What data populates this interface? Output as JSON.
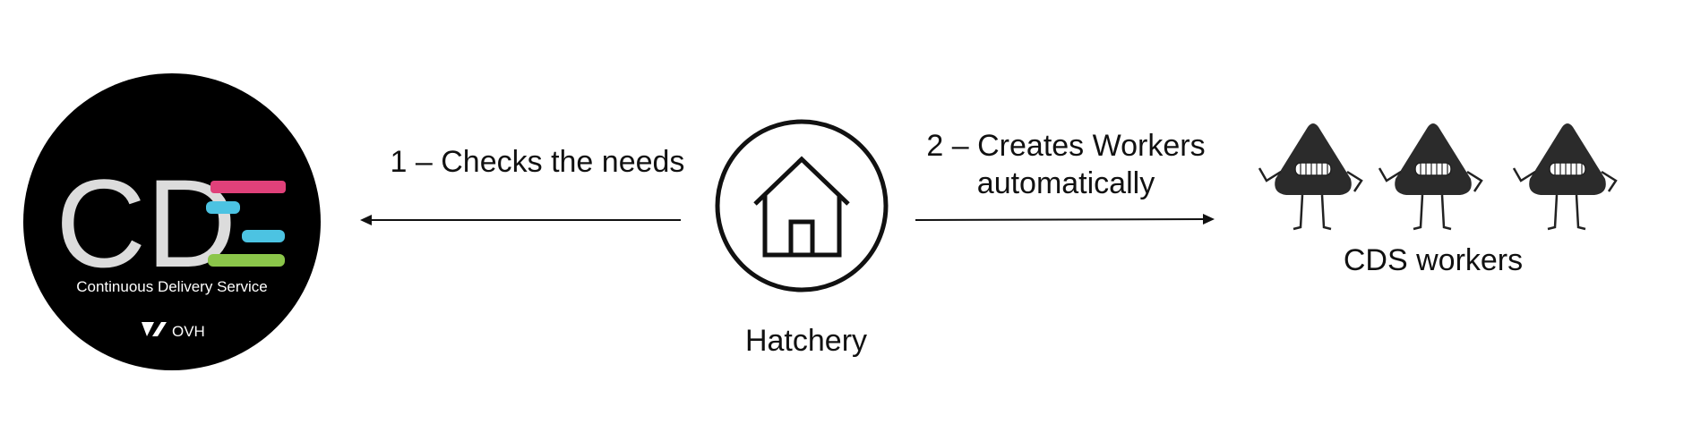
{
  "cds_logo": {
    "letters_cd": "CD",
    "tagline": "Continuous Delivery Service",
    "vendor": "OVH",
    "colors": {
      "background": "#000000",
      "letters": "#dcdcdc",
      "bar_pink": "#e0417a",
      "bar_cyan": "#4cc3e2",
      "bar_green": "#8bc64a"
    }
  },
  "arrow_left_label": "1 – Checks the needs",
  "hatchery_label": "Hatchery",
  "arrow_right_label_line1": "2 – Creates Workers",
  "arrow_right_label_line2": "automatically",
  "workers_label": "CDS workers",
  "icons": {
    "hatchery": "house-icon",
    "worker": "triangle-mascot-icon"
  }
}
